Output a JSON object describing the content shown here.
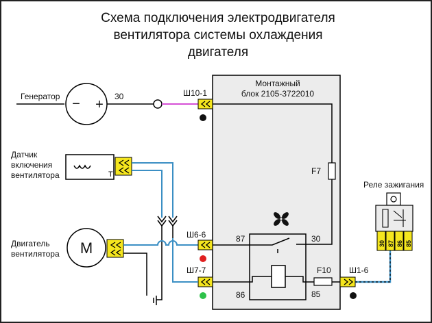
{
  "title": {
    "line1": "Схема подключения электродвигателя",
    "line2": "вентилятора системы охлаждения",
    "line3": "двигателя"
  },
  "block": {
    "line1": "Монтажный",
    "line2": "блок 2105-3722010"
  },
  "generator": {
    "label": "Генератор",
    "minus": "−",
    "plus": "+",
    "terminal": "30"
  },
  "sensor": {
    "line1": "Датчик",
    "line2": "включения",
    "line3": "вентилятора",
    "terminal": "T"
  },
  "motor": {
    "line1": "Двигатель",
    "line2": "вентилятора",
    "symbol": "M"
  },
  "connectors": {
    "sh10": "Ш10-1",
    "sh6": "Ш6-6",
    "sh7": "Ш7-7",
    "sh1": "Ш1-6"
  },
  "fuses": {
    "f7": "F7",
    "f10": "F10"
  },
  "relay_pins": {
    "p87": "87",
    "p30": "30",
    "p86": "86",
    "p85": "85"
  },
  "ignition_relay": {
    "label": "Реле зажигания",
    "pins": [
      "30",
      "87",
      "86",
      "85"
    ]
  },
  "colors": {
    "wire_blue": "#3b8fc4",
    "wire_magenta": "#d64fd6",
    "connector_yellow": "#f5e61e",
    "dot_red": "#e02020",
    "dot_green": "#2ec24a"
  }
}
